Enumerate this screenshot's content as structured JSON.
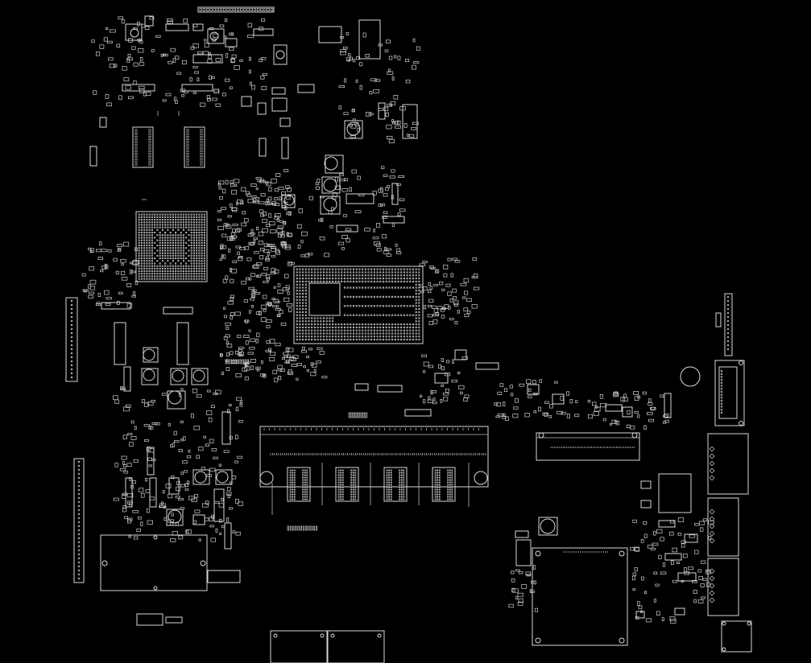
{
  "view": {
    "background_color": "#000000",
    "outline_color": "#d8d8d8",
    "printed_text": []
  },
  "components": [
    {
      "name": "connector-top-strip"
    },
    {
      "name": "bga-gpu"
    },
    {
      "name": "bga-cpu"
    },
    {
      "name": "memory-slot"
    },
    {
      "name": "memory-chip-1"
    },
    {
      "name": "memory-chip-2"
    },
    {
      "name": "memory-chip-3"
    },
    {
      "name": "memory-chip-4"
    },
    {
      "name": "qfp-chip-left-1"
    },
    {
      "name": "qfp-chip-left-2"
    },
    {
      "name": "edge-connector-left-1"
    },
    {
      "name": "edge-connector-left-2"
    },
    {
      "name": "battery-connector-area"
    },
    {
      "name": "display-connector"
    },
    {
      "name": "large-module-bottom-right"
    },
    {
      "name": "qfn-chip-right"
    },
    {
      "name": "usb-port-1"
    },
    {
      "name": "usb-port-2"
    },
    {
      "name": "usb-port-3"
    },
    {
      "name": "vga-connector"
    },
    {
      "name": "edge-connector-right"
    },
    {
      "name": "power-jack"
    },
    {
      "name": "speaker-connector-bottom"
    }
  ]
}
